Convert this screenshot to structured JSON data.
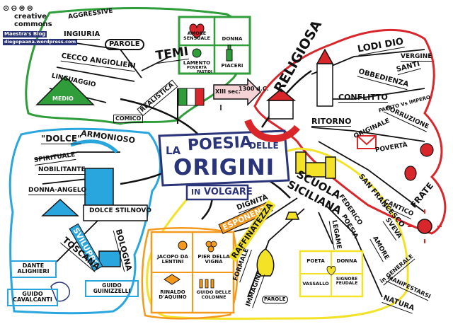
{
  "header": {
    "license_line1": "creative",
    "license_line2": "commons",
    "blog_title": "Maestra's Blog",
    "blog_url": "diegopaana.wordpress.com",
    "license_icons": [
      "cc-icon",
      "by-icon",
      "nc-icon",
      "nd-icon"
    ]
  },
  "colors": {
    "green": "#2e9d3a",
    "red": "#d8262b",
    "blue": "#2aa6df",
    "yellow": "#f3e225",
    "orange": "#f39a1e",
    "navy": "#2a3479"
  },
  "center": {
    "la": "LA",
    "poesia": "POESIA",
    "delle": "DELLE",
    "origini": "ORIGINI",
    "in": "IN",
    "volgare": "VOLGARE",
    "sec_range": "XIII sec.",
    "year": "1300 d.C."
  },
  "temi": {
    "title": "TEMI",
    "aggressive": "AGGRESSIVE",
    "ingiuria": "INGIURIA",
    "parole": "PAROLE",
    "cecco": "CECCO ANGIOLIERI",
    "linguaggio": "LINGUAGGIO",
    "medio": "MEDIO",
    "comico": "COMICO",
    "realistica": "REALISTICA",
    "panel_amore": "AMORE SENSUALE",
    "panel_donna": "DONNA",
    "panel_lamento": "LAMENTO",
    "panel_poverta": "POVERTÀ",
    "panel_fastidi": "FASTIDI",
    "panel_piaceri": "PIACERI"
  },
  "religiosa": {
    "title": "RELIGIOSA",
    "lodi": "LODI DIO",
    "vergine": "VERGINE",
    "santi": "SANTI",
    "obbedienza": "OBBEDIENZA",
    "conflitto": "CONFLITTO",
    "papato": "PAPATO Vs IMPERO",
    "corruzione": "CORRUZIONE",
    "ritorno": "RITORNO",
    "originale": "ORIGINALE",
    "poverta": "POVERTÀ",
    "san_francesco": "SAN FRANCESCO",
    "cantico": "CANTICO",
    "frate": "FRATE"
  },
  "dolce": {
    "dolce_quote": "\"DOLCE\"",
    "armonioso": "ARMONIOSO",
    "spirituale": "SPIRITUALE",
    "nobilitante": "NOBILITANTE",
    "donna_angelo": "DONNA-ANGELO",
    "stilnovo": "DOLCE STILNOVO",
    "sviluppo": "SVILUPPO",
    "toscana": "TOSCANA",
    "bologna": "BOLOGNA",
    "dante1": "DANTE",
    "dante2": "ALIGHIERI",
    "guido_c1": "GUIDO",
    "guido_c2": "CAVALCANTI",
    "guido_g1": "GUIDO",
    "guido_g2": "GUINIZZELLI"
  },
  "siciliana": {
    "title1": "SCUOLA",
    "title2": "SICILIANA",
    "dignita": "DIGNITÀ",
    "esponenti": "ESPONENTI",
    "raffinatezza": "RAFFINATEZZA",
    "formale": "FORMALE",
    "immagini": "IMMAGINI",
    "parole": "PAROLE",
    "legame": "LEGAME",
    "federico": "FEDERICO",
    "sveva": "SVEVA",
    "poesia": "POESIA",
    "amore": "AMORE",
    "in_generale": "in GENERALE",
    "manifestarsi": "MANIFESTARSI",
    "natura": "NATURA",
    "jacopo": "JACOPO DA LENTINI",
    "pier": "PIER DELLA VIGNA",
    "rinaldo": "RINALDO D'AQUINO",
    "guido_col": "GUIDO DELLE COLONNE",
    "poeta": "POETA",
    "donna": "DONNA",
    "vassallo": "VASSALLO",
    "signore": "SIGNORE FEUDALE"
  }
}
